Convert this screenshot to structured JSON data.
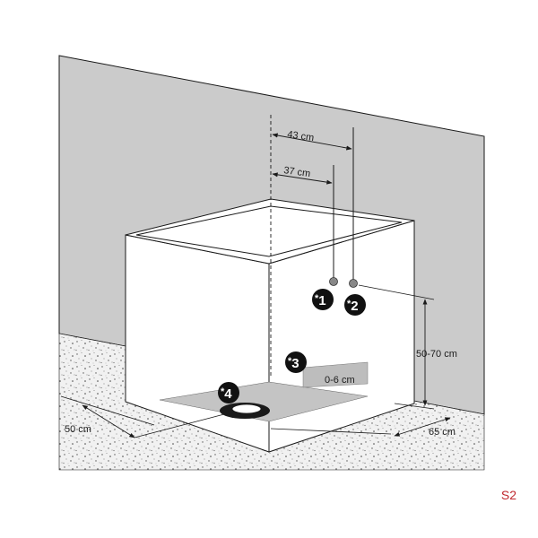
{
  "dimensions": {
    "top_outer": "43 cm",
    "top_inner": "37 cm",
    "height_range": "50-70 cm",
    "drain_offset": "0-6 cm",
    "left_width": "50 cm",
    "right_width": "65 cm"
  },
  "markers": [
    {
      "star": "*",
      "num": "1"
    },
    {
      "star": "*",
      "num": "2"
    },
    {
      "star": "*",
      "num": "3"
    },
    {
      "star": "*",
      "num": "4"
    }
  ],
  "page_code": "S2",
  "colors": {
    "wall": "#cbcbcb",
    "floor": "#e8e8e8",
    "tray": "#c4c4c4",
    "line": "#1a1a1a",
    "badge": "#111111",
    "page_code": "#c0282e"
  }
}
